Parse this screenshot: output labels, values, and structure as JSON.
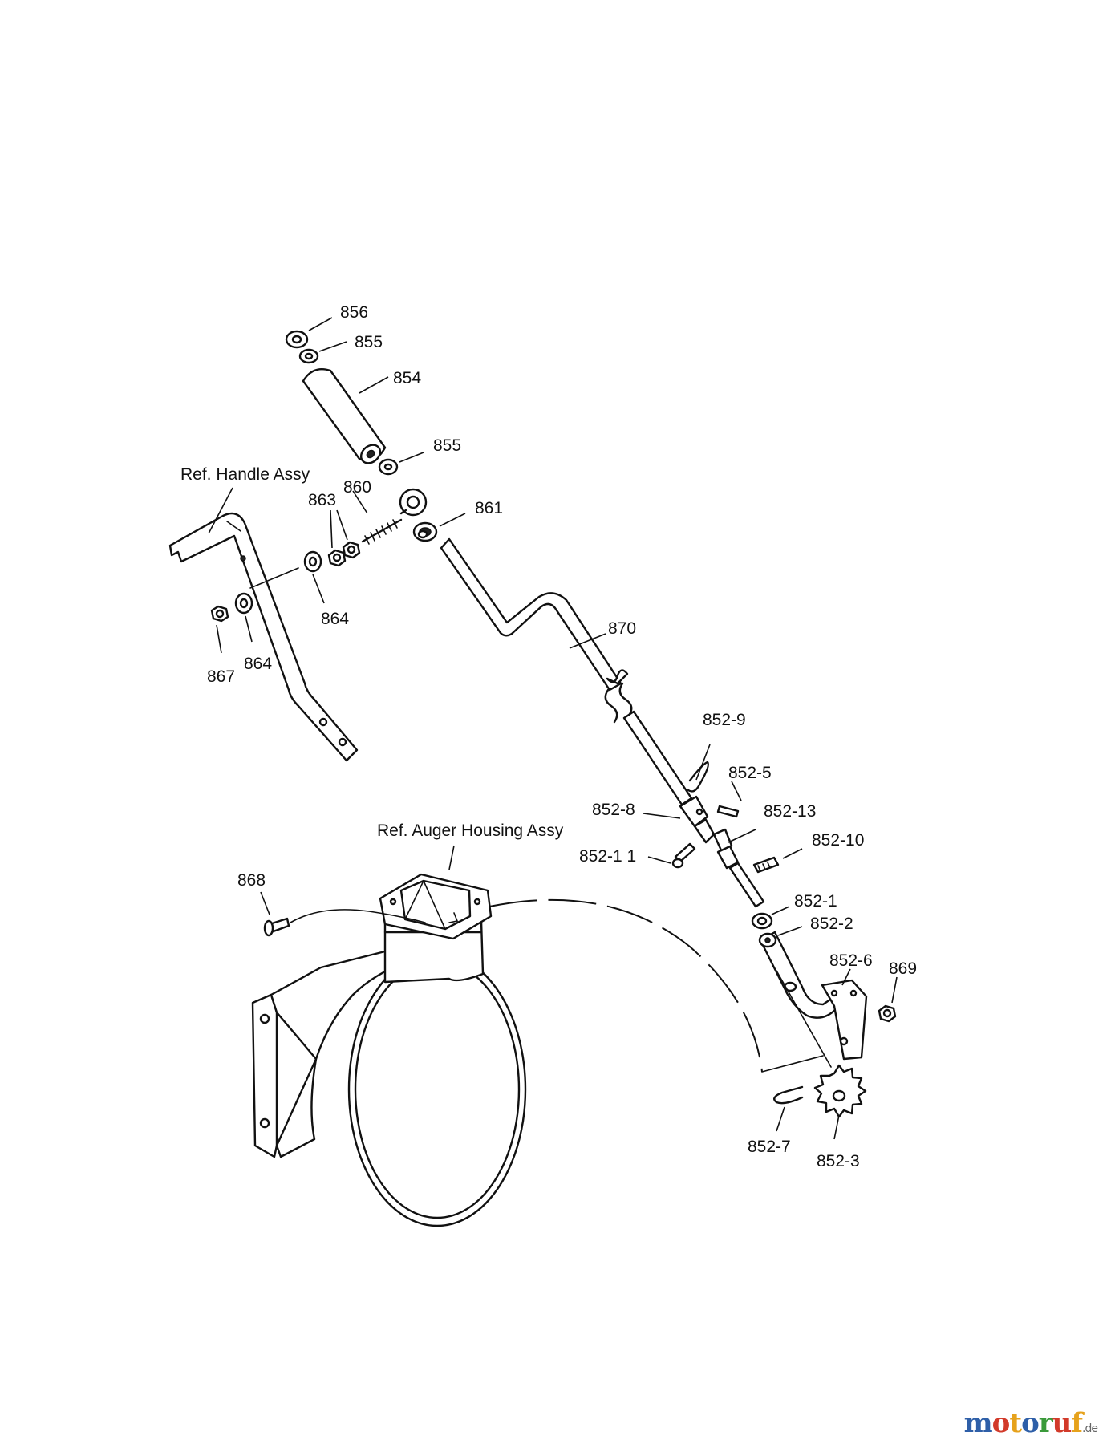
{
  "labels": {
    "p856": "856",
    "p855a": "855",
    "p854": "854",
    "p855b": "855",
    "p861": "861",
    "p860": "860",
    "p863": "863",
    "p864a": "864",
    "p864b": "864",
    "p867": "867",
    "p870": "870",
    "p852_9": "852-9",
    "p852_5": "852-5",
    "p852_8": "852-8",
    "p852_13": "852-13",
    "p852_10": "852-10",
    "p852_11": "852-1 1",
    "p852_1": "852-1",
    "p852_2": "852-2",
    "p852_6": "852-6",
    "p869": "869",
    "p852_7": "852-7",
    "p852_3": "852-3",
    "p868": "868",
    "ref_handle": "Ref. Handle Assy",
    "ref_auger": "Ref. Auger Housing Assy"
  },
  "watermark": {
    "letters": [
      "m",
      "o",
      "t",
      "o",
      "r",
      "u",
      "f"
    ],
    "suffix": ".de",
    "colors": [
      "#2e5fa8",
      "#d23a2a",
      "#e6a21c",
      "#2e5fa8",
      "#3a9a3a",
      "#d23a2a",
      "#e6a21c"
    ]
  }
}
